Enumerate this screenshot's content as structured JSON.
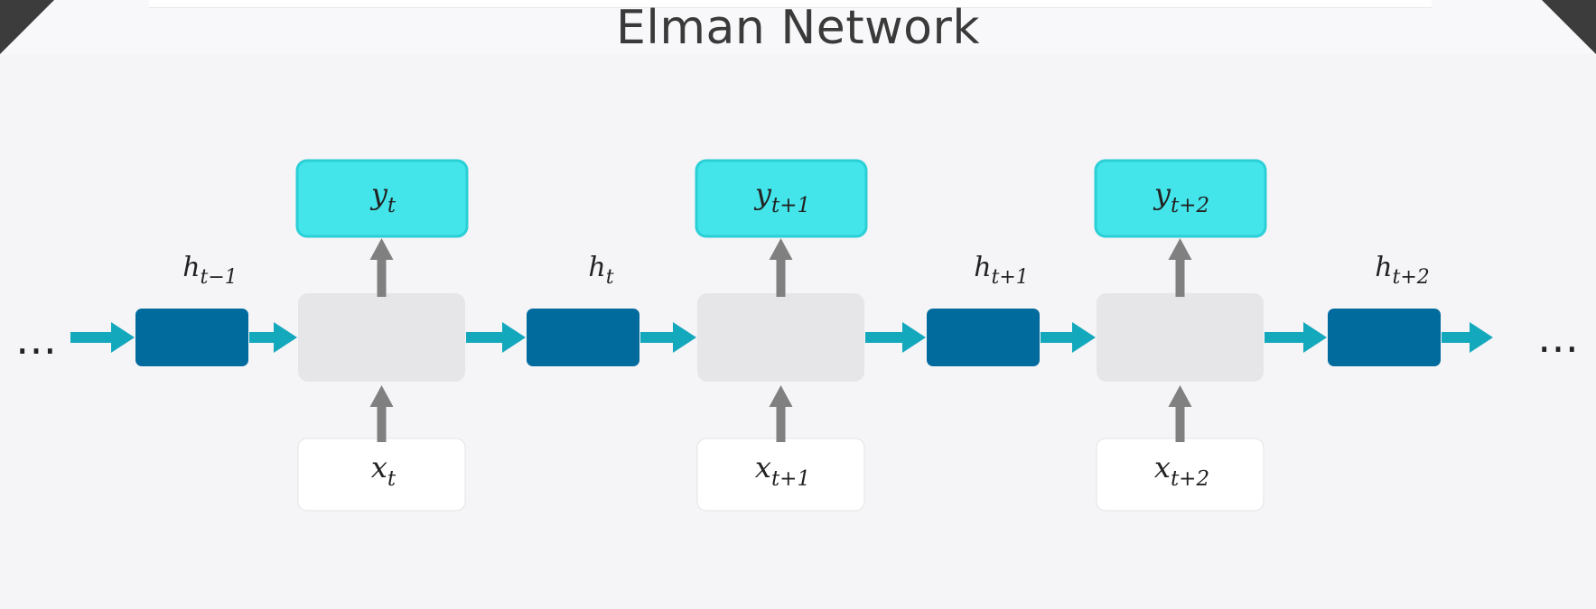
{
  "title": "Elman Network",
  "ellipsis": "…",
  "colors": {
    "hidden_state": "#016b9d",
    "output": "#43e5ea",
    "output_border": "#2bcfd6",
    "cell": "#e6e5e8",
    "input": "#ffffff",
    "arrow_h": "#14a8bd",
    "arrow_v": "#808080"
  },
  "hidden_states": [
    {
      "base": "h",
      "sub": "t−1"
    },
    {
      "base": "h",
      "sub": "t"
    },
    {
      "base": "h",
      "sub": "t+1"
    },
    {
      "base": "h",
      "sub": "t+2"
    }
  ],
  "steps": [
    {
      "output": {
        "base": "y",
        "sub": "t"
      },
      "input": {
        "base": "x",
        "sub": "t"
      }
    },
    {
      "output": {
        "base": "y",
        "sub": "t+1"
      },
      "input": {
        "base": "x",
        "sub": "t+1"
      }
    },
    {
      "output": {
        "base": "y",
        "sub": "t+2"
      },
      "input": {
        "base": "x",
        "sub": "t+2"
      }
    }
  ]
}
